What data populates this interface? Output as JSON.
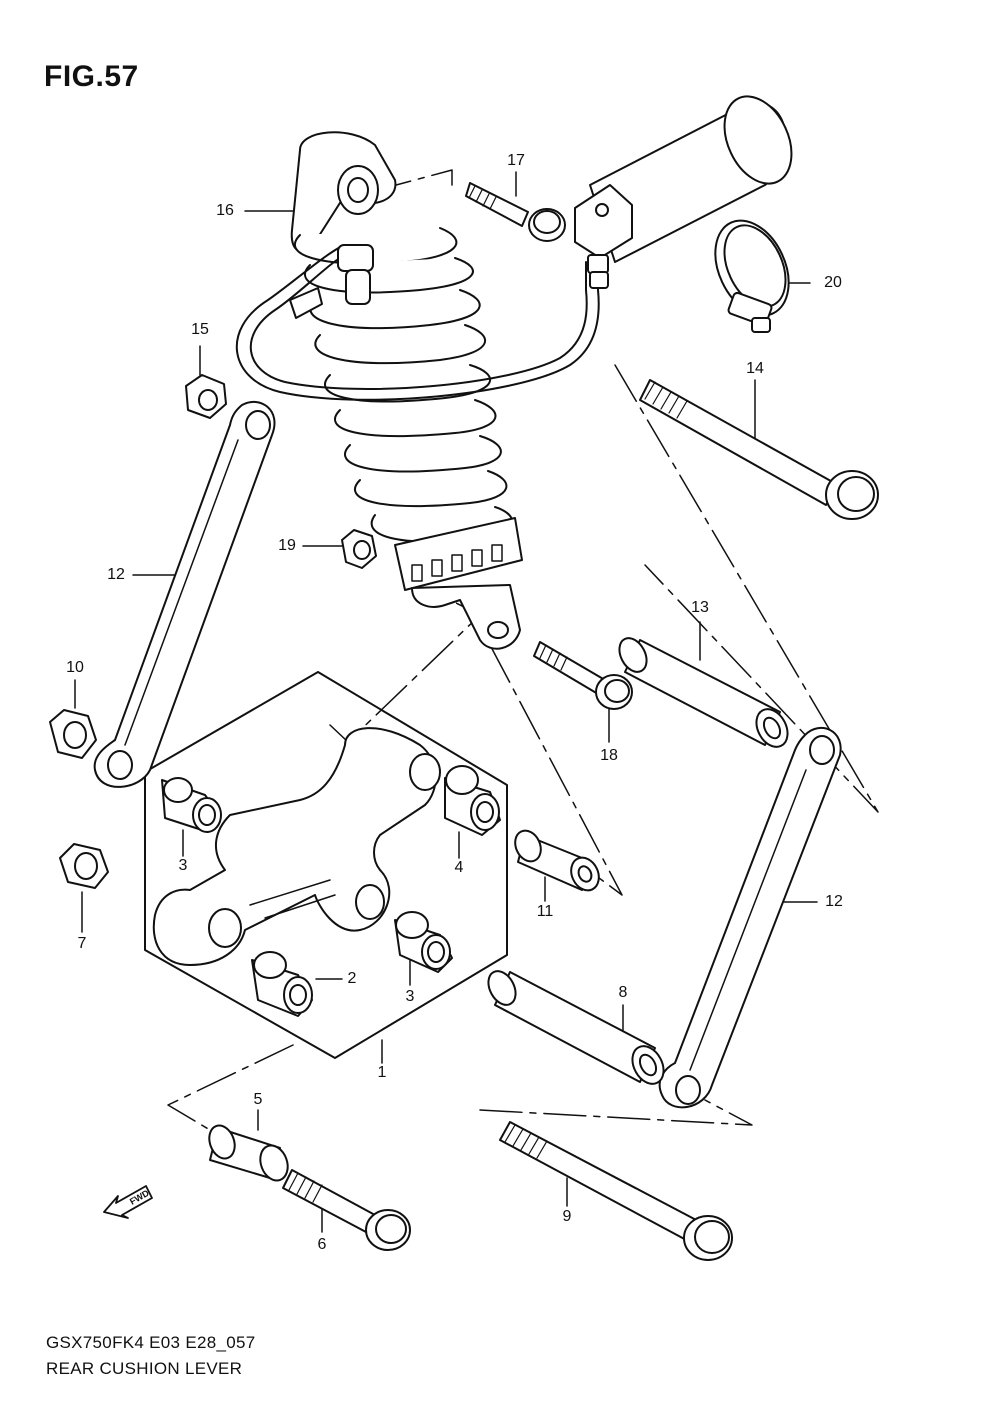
{
  "figure": {
    "title": "FIG.57",
    "code": "GSX750FK4 E03 E28_057",
    "description": "REAR CUSHION LEVER",
    "fwd_label": "FWD"
  },
  "callouts": [
    {
      "id": "c16",
      "label": "16"
    },
    {
      "id": "c17",
      "label": "17"
    },
    {
      "id": "c20",
      "label": "20"
    },
    {
      "id": "c15",
      "label": "15"
    },
    {
      "id": "c14",
      "label": "14"
    },
    {
      "id": "c19",
      "label": "19"
    },
    {
      "id": "c12a",
      "label": "12"
    },
    {
      "id": "c13",
      "label": "13"
    },
    {
      "id": "c10",
      "label": "10"
    },
    {
      "id": "c18",
      "label": "18"
    },
    {
      "id": "c3a",
      "label": "3"
    },
    {
      "id": "c4",
      "label": "4"
    },
    {
      "id": "c11",
      "label": "11"
    },
    {
      "id": "c7",
      "label": "7"
    },
    {
      "id": "c12b",
      "label": "12"
    },
    {
      "id": "c2",
      "label": "2"
    },
    {
      "id": "c3b",
      "label": "3"
    },
    {
      "id": "c8",
      "label": "8"
    },
    {
      "id": "c1",
      "label": "1"
    },
    {
      "id": "c5",
      "label": "5"
    },
    {
      "id": "c9",
      "label": "9"
    },
    {
      "id": "c6",
      "label": "6"
    }
  ]
}
